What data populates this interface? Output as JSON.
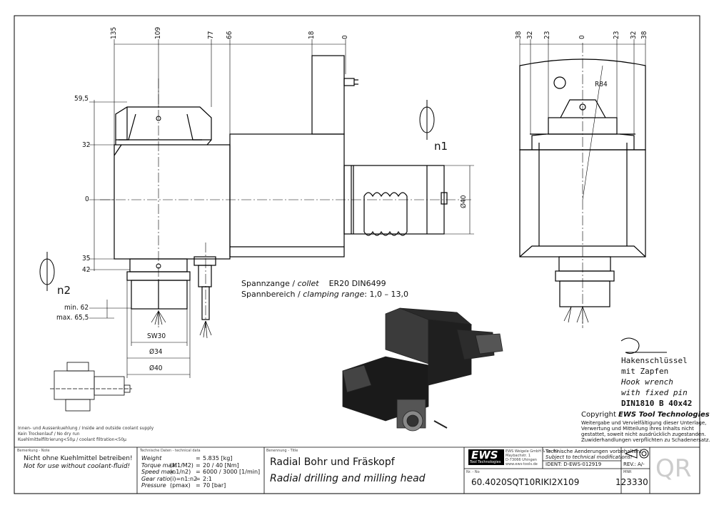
{
  "dims_top_left": [
    "135",
    "109",
    "77",
    "66",
    "18",
    "0"
  ],
  "dims_top_right": [
    "38",
    "32",
    "23",
    "0",
    "23",
    "32",
    "38"
  ],
  "dims_left": [
    "59,5",
    "32",
    "0",
    "35",
    "42"
  ],
  "dims_minmax": {
    "min_label": "min. 62",
    "max_label": "max. 65,5"
  },
  "dims_bottom": [
    "SW30",
    "Ø34",
    "Ø40"
  ],
  "dim_dia40": "Ø40",
  "dim_r84": "R84",
  "rot_labels": {
    "n1": "n1",
    "n2": "n2"
  },
  "collet": {
    "line1_de": "Spannzange / ",
    "line1_en": "collet",
    "line1_val": "ER20     DIN6499",
    "line2_de": "Spannbereich / ",
    "line2_en": "clamping range",
    "line2_val": ": 1,0 – 13,0"
  },
  "hook": {
    "de1": "Hakenschlüssel",
    "de2": "mit Zapfen",
    "en1": "Hook wrench",
    "en2": "with fixed pin",
    "norm": "DIN1810  B  40x42"
  },
  "copyright": {
    "head": "Copyright ",
    "brand": "EWS Tool Technologies",
    "l1": "Weitergabe und Vervielfältigung dieser Unterlage,",
    "l2": "Verwertung und Mitteilung ihres Inhalts nicht",
    "l3": "gestattet, soweit nicht ausdrücklich zugestanden.",
    "l4": "Zuwiderhandlungen verpflichten zu Schadenersatz."
  },
  "coolant": {
    "l1": "Innen- und Aussenkuehlung / Inside and outside coolant supply",
    "l2": "Kein Trockenlauf / No dry run",
    "l3": "Kuehlmittelfiltrierung<50μ / coolant filtration<50μ"
  },
  "titleblock": {
    "note_hdr": "Bemerkung - Note",
    "note_de": "Nicht ohne Kuehlmittel betreiben!",
    "note_en": "Not for use without coolant-fluid!",
    "tech_hdr": "Technische Daten - technical data",
    "tech_rows": [
      {
        "label": "Weight",
        "unit": "",
        "eq": "=",
        "val": "5.835 [kg]"
      },
      {
        "label": "Torque max.",
        "unit": "(M1/M2)",
        "eq": "=",
        "val": "20 / 40 [Nm]"
      },
      {
        "label": "Speed max.",
        "unit": "(n1/n2)",
        "eq": "=",
        "val": "6000 / 3000 [1/min]"
      },
      {
        "label": "Gear ratio",
        "unit": "(i)=n1:n2",
        "eq": "=",
        "val": "2:1"
      },
      {
        "label": "Pressure",
        "unit": "(pmax)",
        "eq": "=",
        "val": "70 [bar]"
      }
    ],
    "title_hdr": "Benennung - Title",
    "title_de": "Radial Bohr und Fräskopf",
    "title_en": "Radial drilling and milling head",
    "ews_logo": "EWS",
    "ews_sub": "Tool Technologies",
    "ews_addr1": "EWS Weigele GmbH & Co. KG",
    "ews_addr2": "Maybachstr. 1",
    "ews_addr3": "D-73066 Uhingen",
    "ews_addr4": "www.ews-tools.de",
    "changes_de": "Technische Aenderungen vorbehalten!",
    "changes_en": "Subject to technical modifications!",
    "ident": "IDENT:  D-EWS-012919",
    "rev": "REV.: A/-",
    "nr_hdr": "Nr. - No",
    "part_no": "60.4020SQT10RIKI2X109",
    "mnr_hdr": "MNR",
    "mnr": "123330",
    "qr": "QR"
  }
}
